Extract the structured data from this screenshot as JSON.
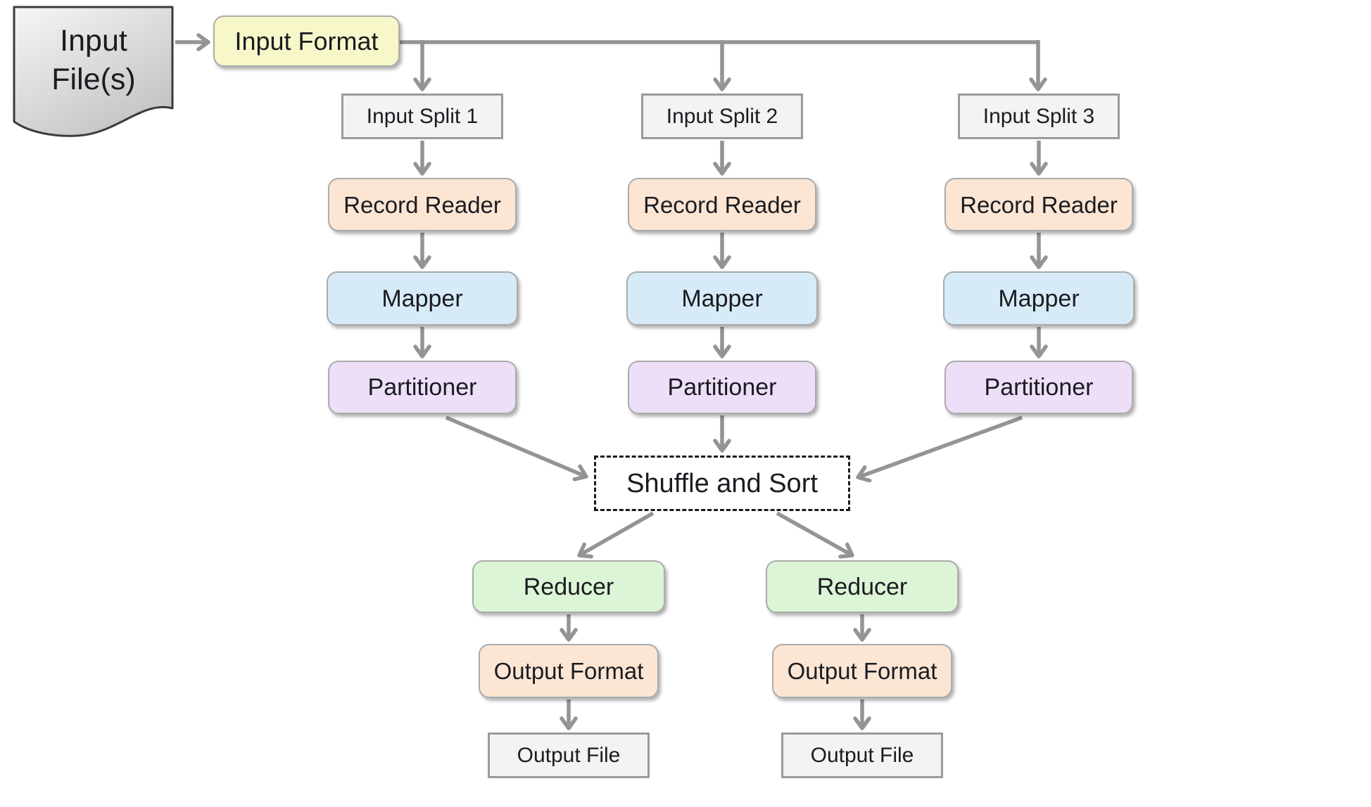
{
  "colors": {
    "c_arrow": "#949494",
    "c_yellow": "#f7f7c9",
    "c_gray_fill": "#f3f3f3",
    "c_peach": "#fce6d3",
    "c_blue": "#d6ebf7",
    "c_lavender": "#eddff7",
    "c_green": "#dcf5d6",
    "c_white": "#ffffff",
    "c_text": "#1b1b22",
    "c_border_rounded": "#ababab",
    "c_border_square": "#9a9a9a",
    "c_dash": "#1a1a1a",
    "c_doc_border": "#3b3b3b"
  },
  "nodes": {
    "input_file": {
      "line1": "Input",
      "line2": "File(s)"
    },
    "input_format": {
      "label": "Input Format"
    },
    "splits": [
      {
        "label": "Input Split 1"
      },
      {
        "label": "Input Split 2"
      },
      {
        "label": "Input Split 3"
      }
    ],
    "record_readers": [
      {
        "label": "Record Reader"
      },
      {
        "label": "Record Reader"
      },
      {
        "label": "Record Reader"
      }
    ],
    "mappers": [
      {
        "label": "Mapper"
      },
      {
        "label": "Mapper"
      },
      {
        "label": "Mapper"
      }
    ],
    "partitioners": [
      {
        "label": "Partitioner"
      },
      {
        "label": "Partitioner"
      },
      {
        "label": "Partitioner"
      }
    ],
    "shuffle": {
      "label": "Shuffle and Sort"
    },
    "reducers": [
      {
        "label": "Reducer"
      },
      {
        "label": "Reducer"
      }
    ],
    "output_formats": [
      {
        "label": "Output Format"
      },
      {
        "label": "Output Format"
      }
    ],
    "output_files": [
      {
        "label": "Output File"
      },
      {
        "label": "Output File"
      }
    ]
  }
}
